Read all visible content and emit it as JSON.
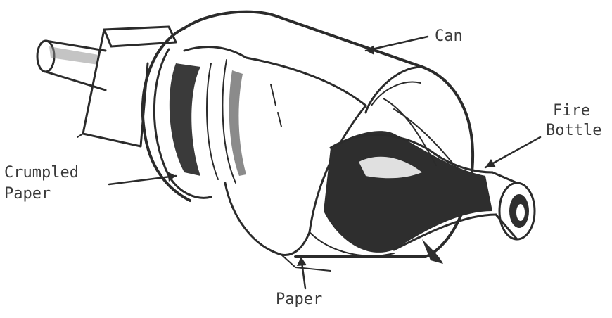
{
  "labels": {
    "can": "Can",
    "fire_bottle_line1": "Fire",
    "fire_bottle_line2": "Bottle",
    "crumpled_paper_line1": "Crumpled",
    "crumpled_paper_line2": "Paper",
    "paper": "Paper"
  },
  "colors": {
    "ink": "#2b2b2b",
    "shading": "#4a4a4a",
    "background": "#ffffff"
  }
}
